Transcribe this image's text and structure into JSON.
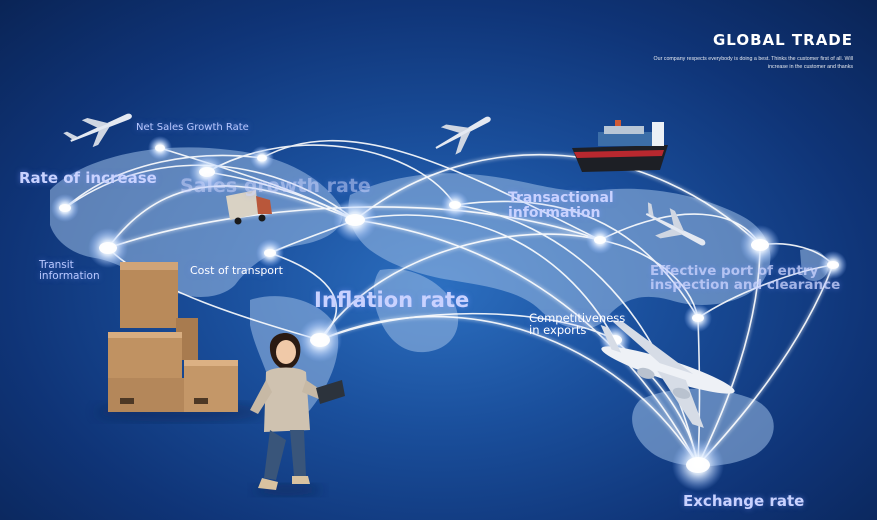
{
  "brand": {
    "title": "GLOBAL TRADE",
    "subtitle": "Our company respects everybody is doing a best. Thinks the customer first of all. Will increase in the customer and thanks"
  },
  "labels": {
    "net_sales_growth_rate": "Net Sales Growth Rate",
    "rate_of_increase": "Rate of increase",
    "sales_growth_rate": "Sales growth rate",
    "transit_information": "Transit\ninformation",
    "cost_of_transport": "Cost of transport",
    "inflation_rate": "Inflation rate",
    "transactional_information": "Transactional\ninformation",
    "effective_port_of_entry": "Effective port of entry\ninspection and clearance",
    "competitiveness_in_exports": "Competitiveness\nin exports",
    "exchange_rate": "Exchange rate"
  },
  "colors": {
    "background": "#1a4f9c",
    "label": "#b9c8ff",
    "glow": "#ffffff"
  }
}
